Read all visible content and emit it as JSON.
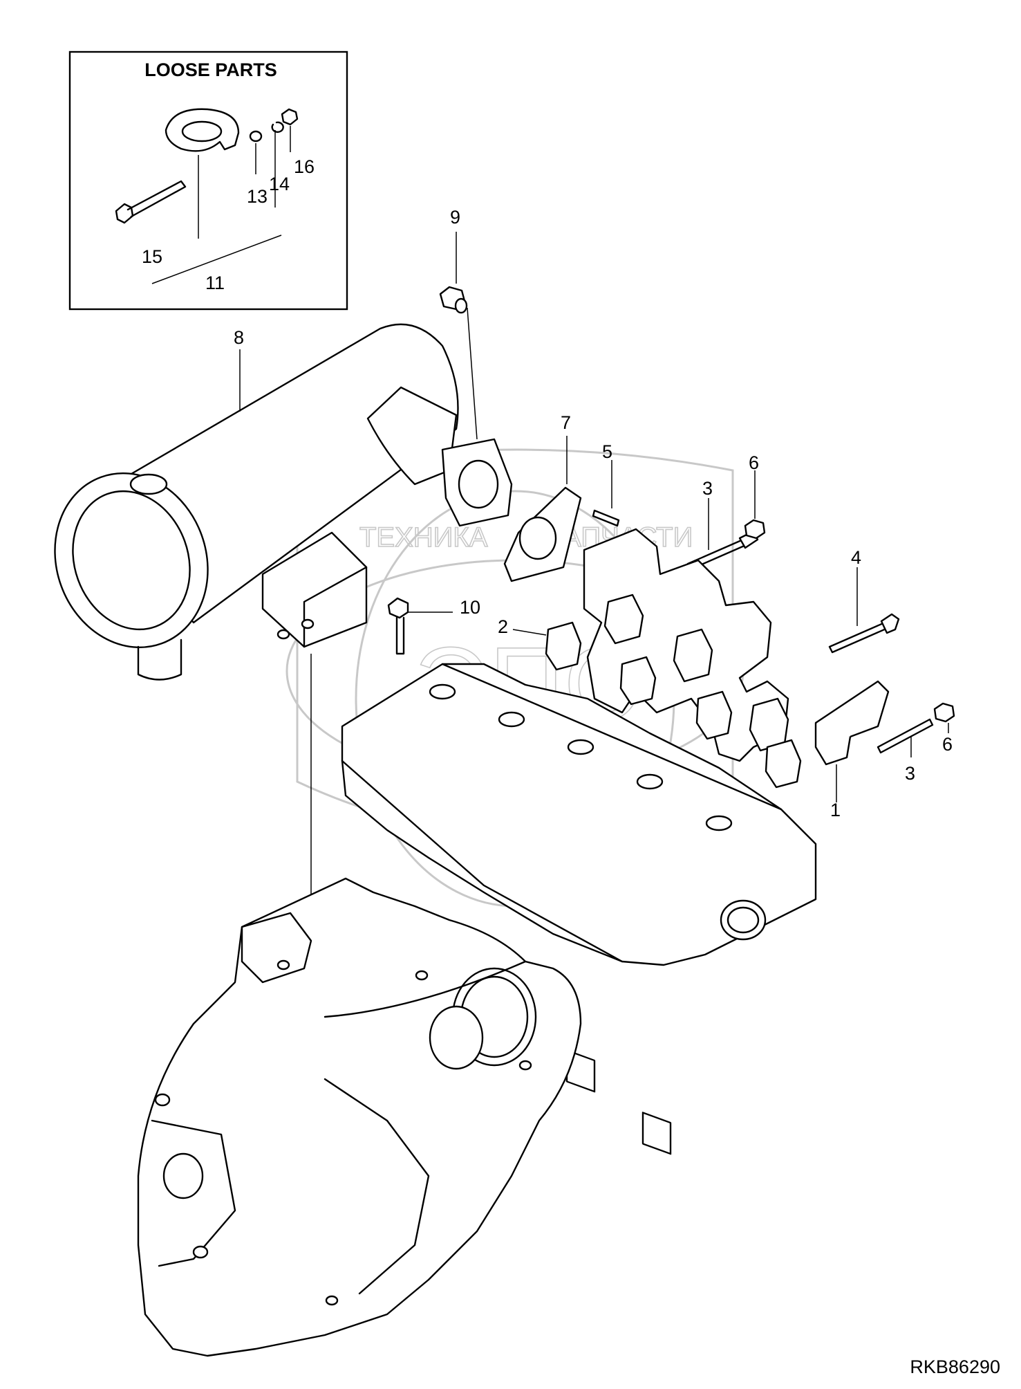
{
  "loose_parts": {
    "title": "LOOSE PARTS"
  },
  "labels": {
    "p1": "1",
    "p2": "2",
    "p3a": "3",
    "p3b": "3",
    "p4": "4",
    "p5": "5",
    "p6a": "6",
    "p6b": "6",
    "p7": "7",
    "p8": "8",
    "p9": "9",
    "p10": "10",
    "p11": "11",
    "p13": "13",
    "p14": "14",
    "p15": "15",
    "p16": "16"
  },
  "watermark": {
    "text_left": "ТЕХНИКА",
    "text_right": "ЗАПЧАСТИ",
    "logo": "ЭПС"
  },
  "figure_code": "RKB86290"
}
